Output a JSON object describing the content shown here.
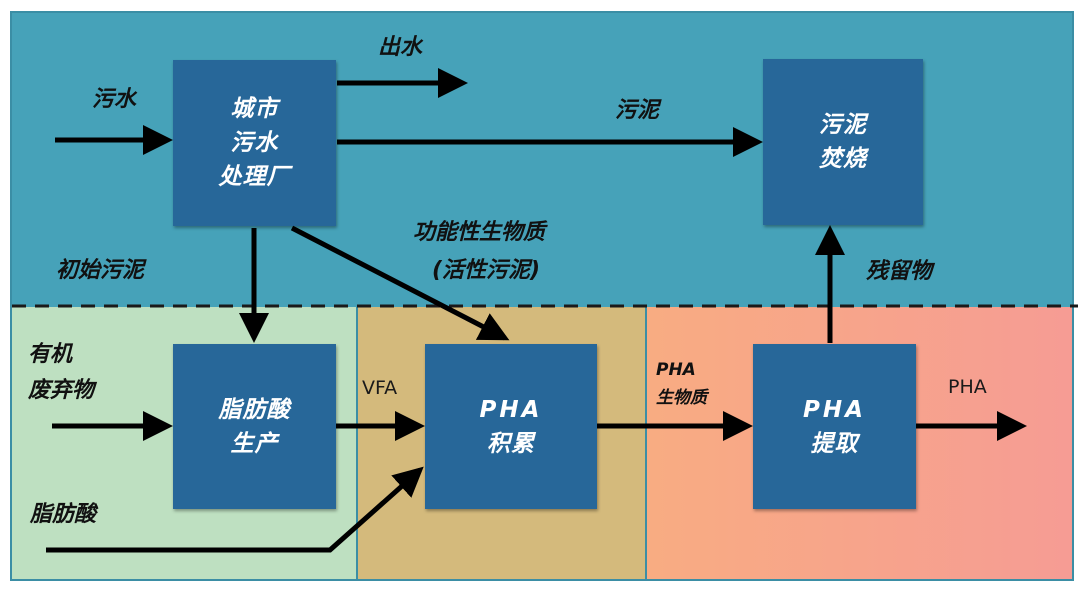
{
  "zones": {
    "top": {
      "name": "municipal-wastewater-zone",
      "color": "#46a2b9"
    },
    "green": {
      "name": "fatty-acid-production-zone",
      "color": "#bee0c1"
    },
    "tan": {
      "name": "pha-accumulation-zone",
      "color": "#d4ba7c"
    },
    "salmon": {
      "name": "pha-extraction-zone",
      "color_start": "#f8ac82",
      "color_end": "#f69c94"
    }
  },
  "box_color": "#276799",
  "boxes": {
    "wwtp": {
      "lines": [
        "城市",
        "污水",
        "处理厂"
      ]
    },
    "incineration": {
      "lines": [
        "污泥",
        "焚烧"
      ]
    },
    "fatty_acid_production": {
      "lines": [
        "脂肪酸",
        "生产"
      ]
    },
    "pha_accumulation": {
      "lines": [
        "PHA",
        "积累"
      ]
    },
    "pha_extraction": {
      "lines": [
        "PHA",
        "提取"
      ]
    }
  },
  "labels": {
    "wastewater": "污水",
    "effluent": "出水",
    "sludge": "污泥",
    "primary_sludge": "初始污泥",
    "functional_biomass_line1": "功能性生物质",
    "functional_biomass_line2": "(活性污泥)",
    "residue": "残留物",
    "organic_waste_line1": "有机",
    "organic_waste_line2": "废弃物",
    "fatty_acid": "脂肪酸",
    "vfa": "VFA",
    "pha_biomass_line1": "PHA",
    "pha_biomass_line2": "生物质",
    "pha_output": "PHA"
  }
}
